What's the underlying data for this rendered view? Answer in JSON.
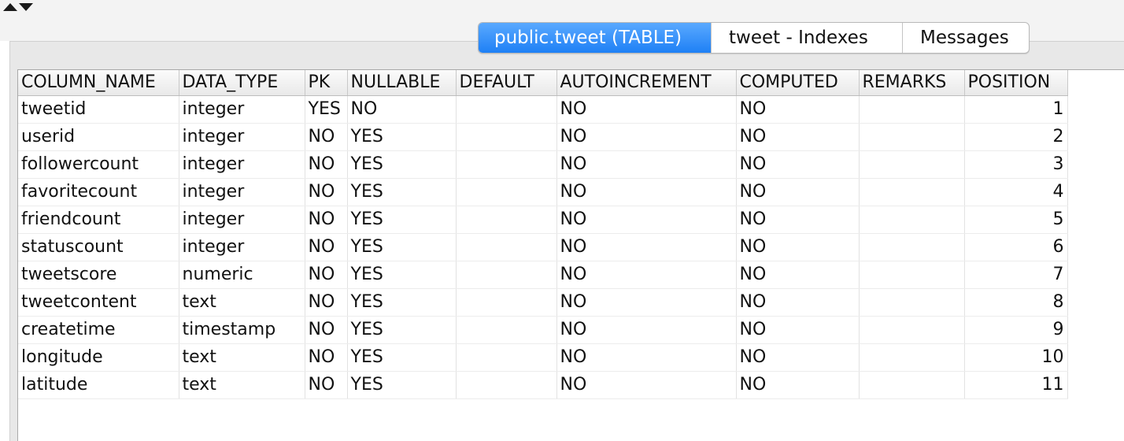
{
  "tabs": [
    {
      "label": "public.tweet (TABLE)",
      "active": true
    },
    {
      "label": "tweet - Indexes",
      "active": false
    },
    {
      "label": "Messages",
      "active": false
    }
  ],
  "columns": [
    "COLUMN_NAME",
    "DATA_TYPE",
    "PK",
    "NULLABLE",
    "DEFAULT",
    "AUTOINCREMENT",
    "COMPUTED",
    "REMARKS",
    "POSITION"
  ],
  "rows": [
    [
      "tweetid",
      "integer",
      "YES",
      "NO",
      "",
      "NO",
      "NO",
      "",
      "1"
    ],
    [
      "userid",
      "integer",
      "NO",
      "YES",
      "",
      "NO",
      "NO",
      "",
      "2"
    ],
    [
      "followercount",
      "integer",
      "NO",
      "YES",
      "",
      "NO",
      "NO",
      "",
      "3"
    ],
    [
      "favoritecount",
      "integer",
      "NO",
      "YES",
      "",
      "NO",
      "NO",
      "",
      "4"
    ],
    [
      "friendcount",
      "integer",
      "NO",
      "YES",
      "",
      "NO",
      "NO",
      "",
      "5"
    ],
    [
      "statuscount",
      "integer",
      "NO",
      "YES",
      "",
      "NO",
      "NO",
      "",
      "6"
    ],
    [
      "tweetscore",
      "numeric",
      "NO",
      "YES",
      "",
      "NO",
      "NO",
      "",
      "7"
    ],
    [
      "tweetcontent",
      "text",
      "NO",
      "YES",
      "",
      "NO",
      "NO",
      "",
      "8"
    ],
    [
      "createtime",
      "timestamp",
      "NO",
      "YES",
      "",
      "NO",
      "NO",
      "",
      "9"
    ],
    [
      "longitude",
      "text",
      "NO",
      "YES",
      "",
      "NO",
      "NO",
      "",
      "10"
    ],
    [
      "latitude",
      "text",
      "NO",
      "YES",
      "",
      "NO",
      "NO",
      "",
      "11"
    ]
  ],
  "colors": {
    "active_tab": "#1e80f5",
    "panel": "#e8e8e8"
  },
  "icons": [
    "arrow-up-icon",
    "arrow-down-icon"
  ]
}
